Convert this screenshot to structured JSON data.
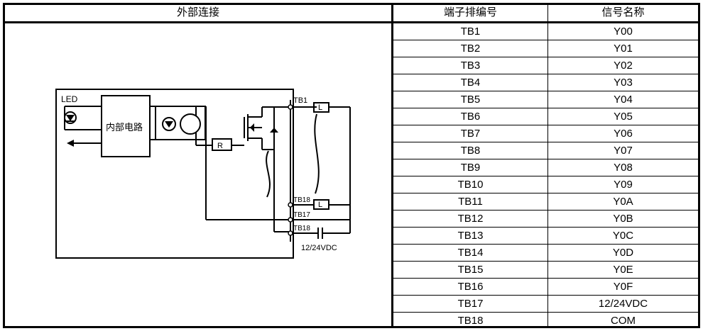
{
  "headers": {
    "external": "外部连接",
    "terminal": "端子排编号",
    "signal": "信号名称"
  },
  "rows": [
    {
      "terminal": "TB1",
      "signal": "Y00"
    },
    {
      "terminal": "TB2",
      "signal": "Y01"
    },
    {
      "terminal": "TB3",
      "signal": "Y02"
    },
    {
      "terminal": "TB4",
      "signal": "Y03"
    },
    {
      "terminal": "TB5",
      "signal": "Y04"
    },
    {
      "terminal": "TB6",
      "signal": "Y05"
    },
    {
      "terminal": "TB7",
      "signal": "Y06"
    },
    {
      "terminal": "TB8",
      "signal": "Y07"
    },
    {
      "terminal": "TB9",
      "signal": "Y08"
    },
    {
      "terminal": "TB10",
      "signal": "Y09"
    },
    {
      "terminal": "TB11",
      "signal": "Y0A"
    },
    {
      "terminal": "TB12",
      "signal": "Y0B"
    },
    {
      "terminal": "TB13",
      "signal": "Y0C"
    },
    {
      "terminal": "TB14",
      "signal": "Y0D"
    },
    {
      "terminal": "TB15",
      "signal": "Y0E"
    },
    {
      "terminal": "TB16",
      "signal": "Y0F"
    },
    {
      "terminal": "TB17",
      "signal": "12/24VDC"
    },
    {
      "terminal": "TB18",
      "signal": "COM"
    }
  ],
  "diagram": {
    "led_label": "LED",
    "internal_circuit": "内部电路",
    "resistor": "R",
    "load": "L",
    "tb1": "TB1",
    "tb18_a": "TB18",
    "tb17": "TB17",
    "tb18_b": "TB18",
    "supply": "12/24VDC"
  }
}
